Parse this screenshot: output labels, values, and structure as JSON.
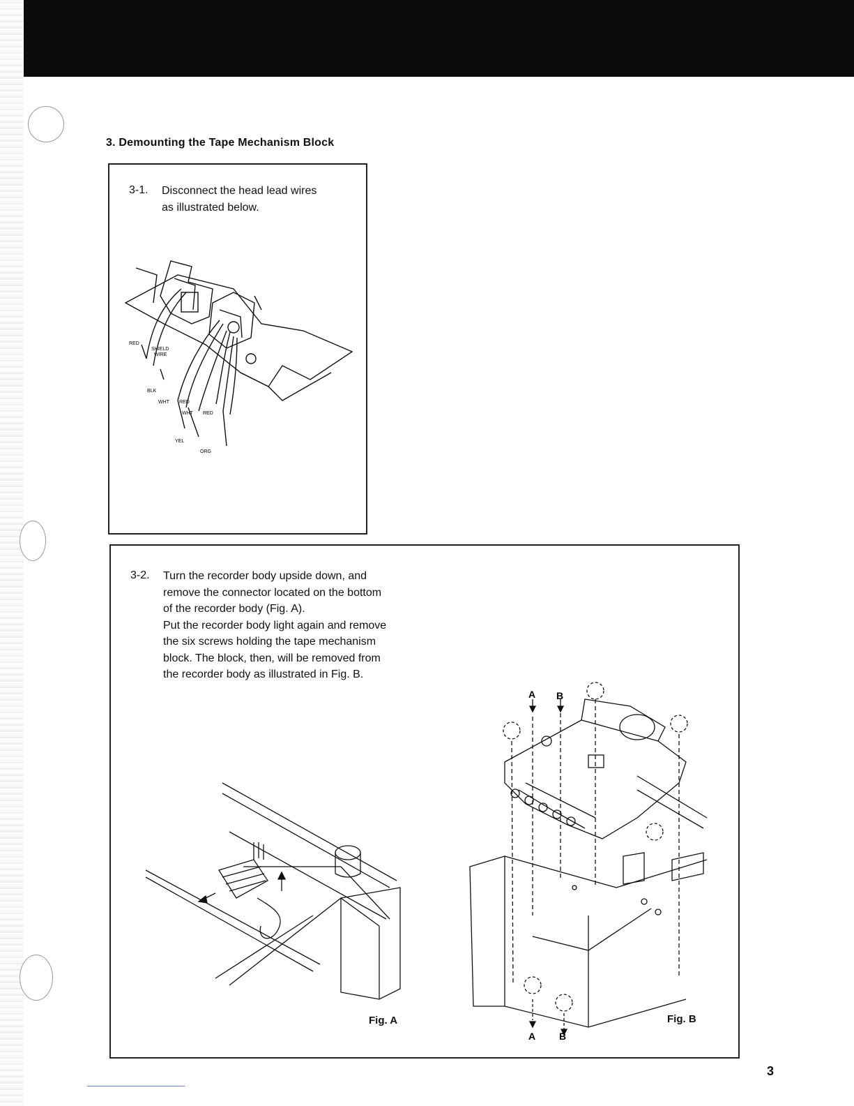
{
  "section": {
    "title": "3.  Demounting the Tape Mechanism Block"
  },
  "step1": {
    "number": "3-1.",
    "text": "Disconnect  the  head  lead  wires\nas illustrated below."
  },
  "step2": {
    "number": "3-2.",
    "text": "Turn  the  recorder  body  upside  down,  and\nremove  the  connector  located  on  the  bottom\nof the recorder body (Fig. A).\nPut the recorder body light again and remove\nthe  six  screws  holding  the  tape  mechanism\nblock.  The block,  then,  will  be removed from\nthe recorder body as illustrated in Fig. B."
  },
  "diagram1": {
    "wire_labels": {
      "red1": "RED",
      "shield": "SHIELD",
      "wire": "WIRE",
      "blk": "BLK",
      "wht1": "WHT",
      "red2": "RED",
      "wht2": "WHT",
      "red3": "RED",
      "yel": "YEL",
      "org": "ORG"
    }
  },
  "figA": {
    "caption": "Fig. A"
  },
  "figB": {
    "caption": "Fig. B",
    "labels": {
      "a_top": "A",
      "b_top": "B",
      "a_bottom": "A",
      "b_bottom": "B"
    }
  },
  "page": {
    "number": "3"
  }
}
